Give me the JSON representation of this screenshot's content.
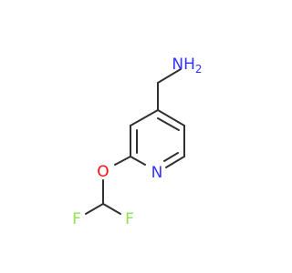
{
  "molecule": {
    "atoms": {
      "amine": "NH",
      "amine_subscript": "2",
      "pyridine_n": "N",
      "ether_o": "O",
      "fluorine_left": "F",
      "fluorine_right": "F"
    },
    "colors": {
      "bond": "#303030",
      "nitrogen": "#3333ff",
      "oxygen": "#ff0d0d",
      "fluorine": "#90e050"
    }
  }
}
